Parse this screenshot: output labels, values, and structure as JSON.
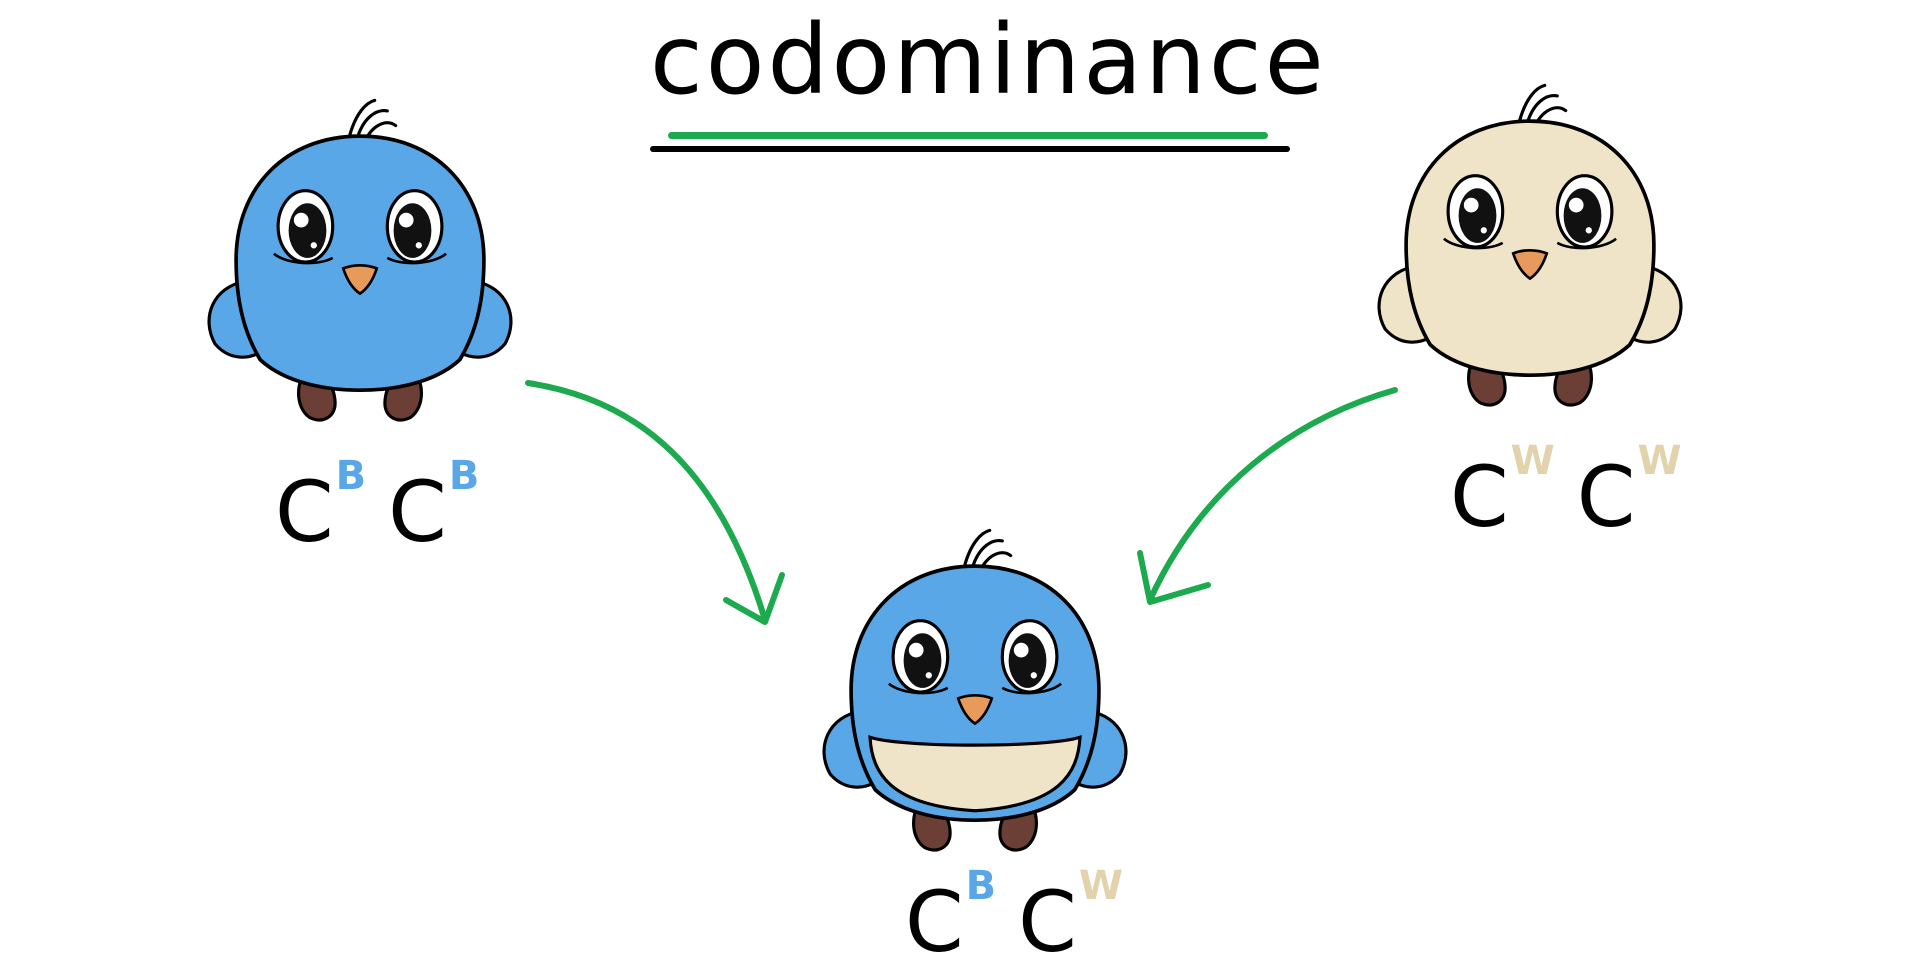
{
  "title": "codominance",
  "colors": {
    "blue": "#5aa7e8",
    "cream": "#efe4c8",
    "arrow": "#1daa4e",
    "beak": "#e79a5a",
    "feet": "#6b3f36"
  },
  "parents": [
    {
      "phenotype": "blue",
      "allele_base": "C",
      "alleles": [
        "B",
        "B"
      ]
    },
    {
      "phenotype": "white",
      "allele_base": "C",
      "alleles": [
        "W",
        "W"
      ]
    }
  ],
  "offspring": {
    "phenotype": "blue and white",
    "allele_base": "C",
    "alleles": [
      "B",
      "W"
    ]
  }
}
